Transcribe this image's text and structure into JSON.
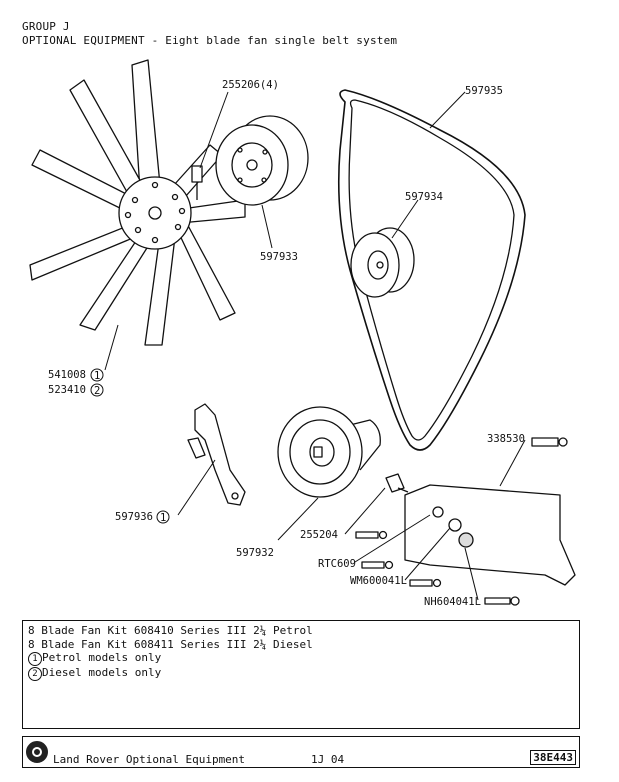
{
  "header": {
    "group": "GROUP J",
    "title": "OPTIONAL EQUIPMENT - Eight blade fan single belt system"
  },
  "labels": {
    "p255206": "255206(4)",
    "p597935": "597935",
    "p597934": "597934",
    "p597933": "597933",
    "p541008": "541008",
    "p523410": "523410",
    "p338530": "338530",
    "p597936": "597936",
    "p255204": "255204",
    "p597932": "597932",
    "pRTC609": "RTC609",
    "pWM600041L": "WM600041L",
    "pNH604041L": "NH604041L",
    "circle1": "1",
    "circle2": "2"
  },
  "notes": {
    "line1": "8 Blade Fan Kit 608410 Series III 2¼ Petrol",
    "line2": "8 Blade Fan Kit 608411 Series III 2¼ Diesel",
    "line3": "Petrol models only",
    "line4": "Diesel models only",
    "n1": "1",
    "n2": "2"
  },
  "footer": {
    "title": "Land Rover Optional Equipment",
    "page": "1J 04",
    "ref": "38E443"
  }
}
